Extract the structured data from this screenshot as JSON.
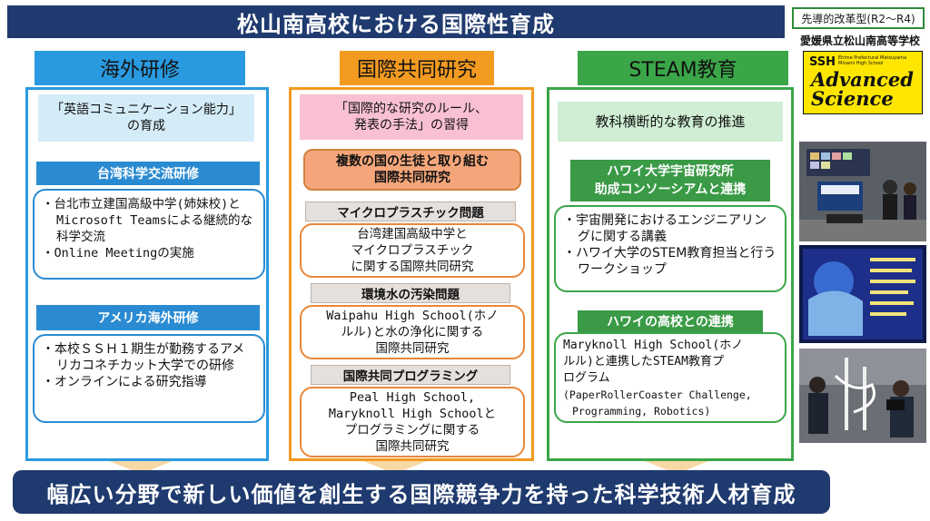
{
  "title": "松山南高校における国際性育成",
  "badge": "先導的改革型(R2〜R4)",
  "school": "愛媛県立松山南高等学校",
  "logo": {
    "ssh": "SSH",
    "sub": "Ehime Prefectural Matsuyama Minami High School",
    "advanced": "Advanced",
    "science": "Science"
  },
  "columns": {
    "overseas": {
      "heading": "海外研修",
      "goal": [
        "「英語コミュニケーション能力」",
        "の育成"
      ],
      "sections": [
        {
          "heading": "台湾科学交流研修",
          "items": [
            "・台北市立建国高級中学(姉妹校)とMicrosoft Teamsによる継続的な科学交流",
            "・Online Meetingの実施"
          ]
        },
        {
          "heading": "アメリカ海外研修",
          "items": [
            "・本校ＳＳＨ１期生が勤務するアメリカコネチカット大学での研修",
            "・オンラインによる研究指導"
          ]
        }
      ]
    },
    "joint": {
      "heading": "国際共同研究",
      "goal": [
        "「国際的な研究のルール、",
        "発表の手法」の習得"
      ],
      "intro": [
        "複数の国の生徒と取り組む",
        "国際共同研究"
      ],
      "topics": [
        {
          "heading": "マイクロプラスチック問題",
          "body": [
            "台湾建国高級中学と",
            "マイクロプラスチック",
            "に関する国際共同研究"
          ]
        },
        {
          "heading": "環境水の汚染問題",
          "body": [
            "Waipahu High School(ホノ",
            "ルル)と水の浄化に関する",
            "国際共同研究"
          ]
        },
        {
          "heading": "国際共同プログラミング",
          "body": [
            "Peal High School,",
            "Maryknoll High Schoolと",
            "プログラミングに関する",
            "国際共同研究"
          ]
        }
      ]
    },
    "steam": {
      "heading": "STEAM教育",
      "goal": "教科横断的な教育の推進",
      "sections": [
        {
          "heading": [
            "ハワイ大学宇宙研究所",
            "助成コンソーシアムと連携"
          ],
          "items": [
            "・宇宙開発におけるエンジニアリングに関する講義",
            "・ハワイ大学のSTEM教育担当と行うワークショップ"
          ]
        },
        {
          "heading": [
            "ハワイの高校との連携"
          ],
          "body": [
            "Maryknoll High School(ホノ",
            "ルル)と連携したSTEAM教育プ",
            "ログラム"
          ],
          "note": [
            "(PaperRollerCoaster Challenge,",
            "Programming, Robotics)"
          ]
        }
      ]
    }
  },
  "bottom": "幅広い分野で新しい価値を創生する国際競争力を持った科学技術人材育成",
  "colors": {
    "navy": "#1f3a6e",
    "blue": "#2a8fd8",
    "orange": "#f39a21",
    "green": "#3aa648"
  }
}
